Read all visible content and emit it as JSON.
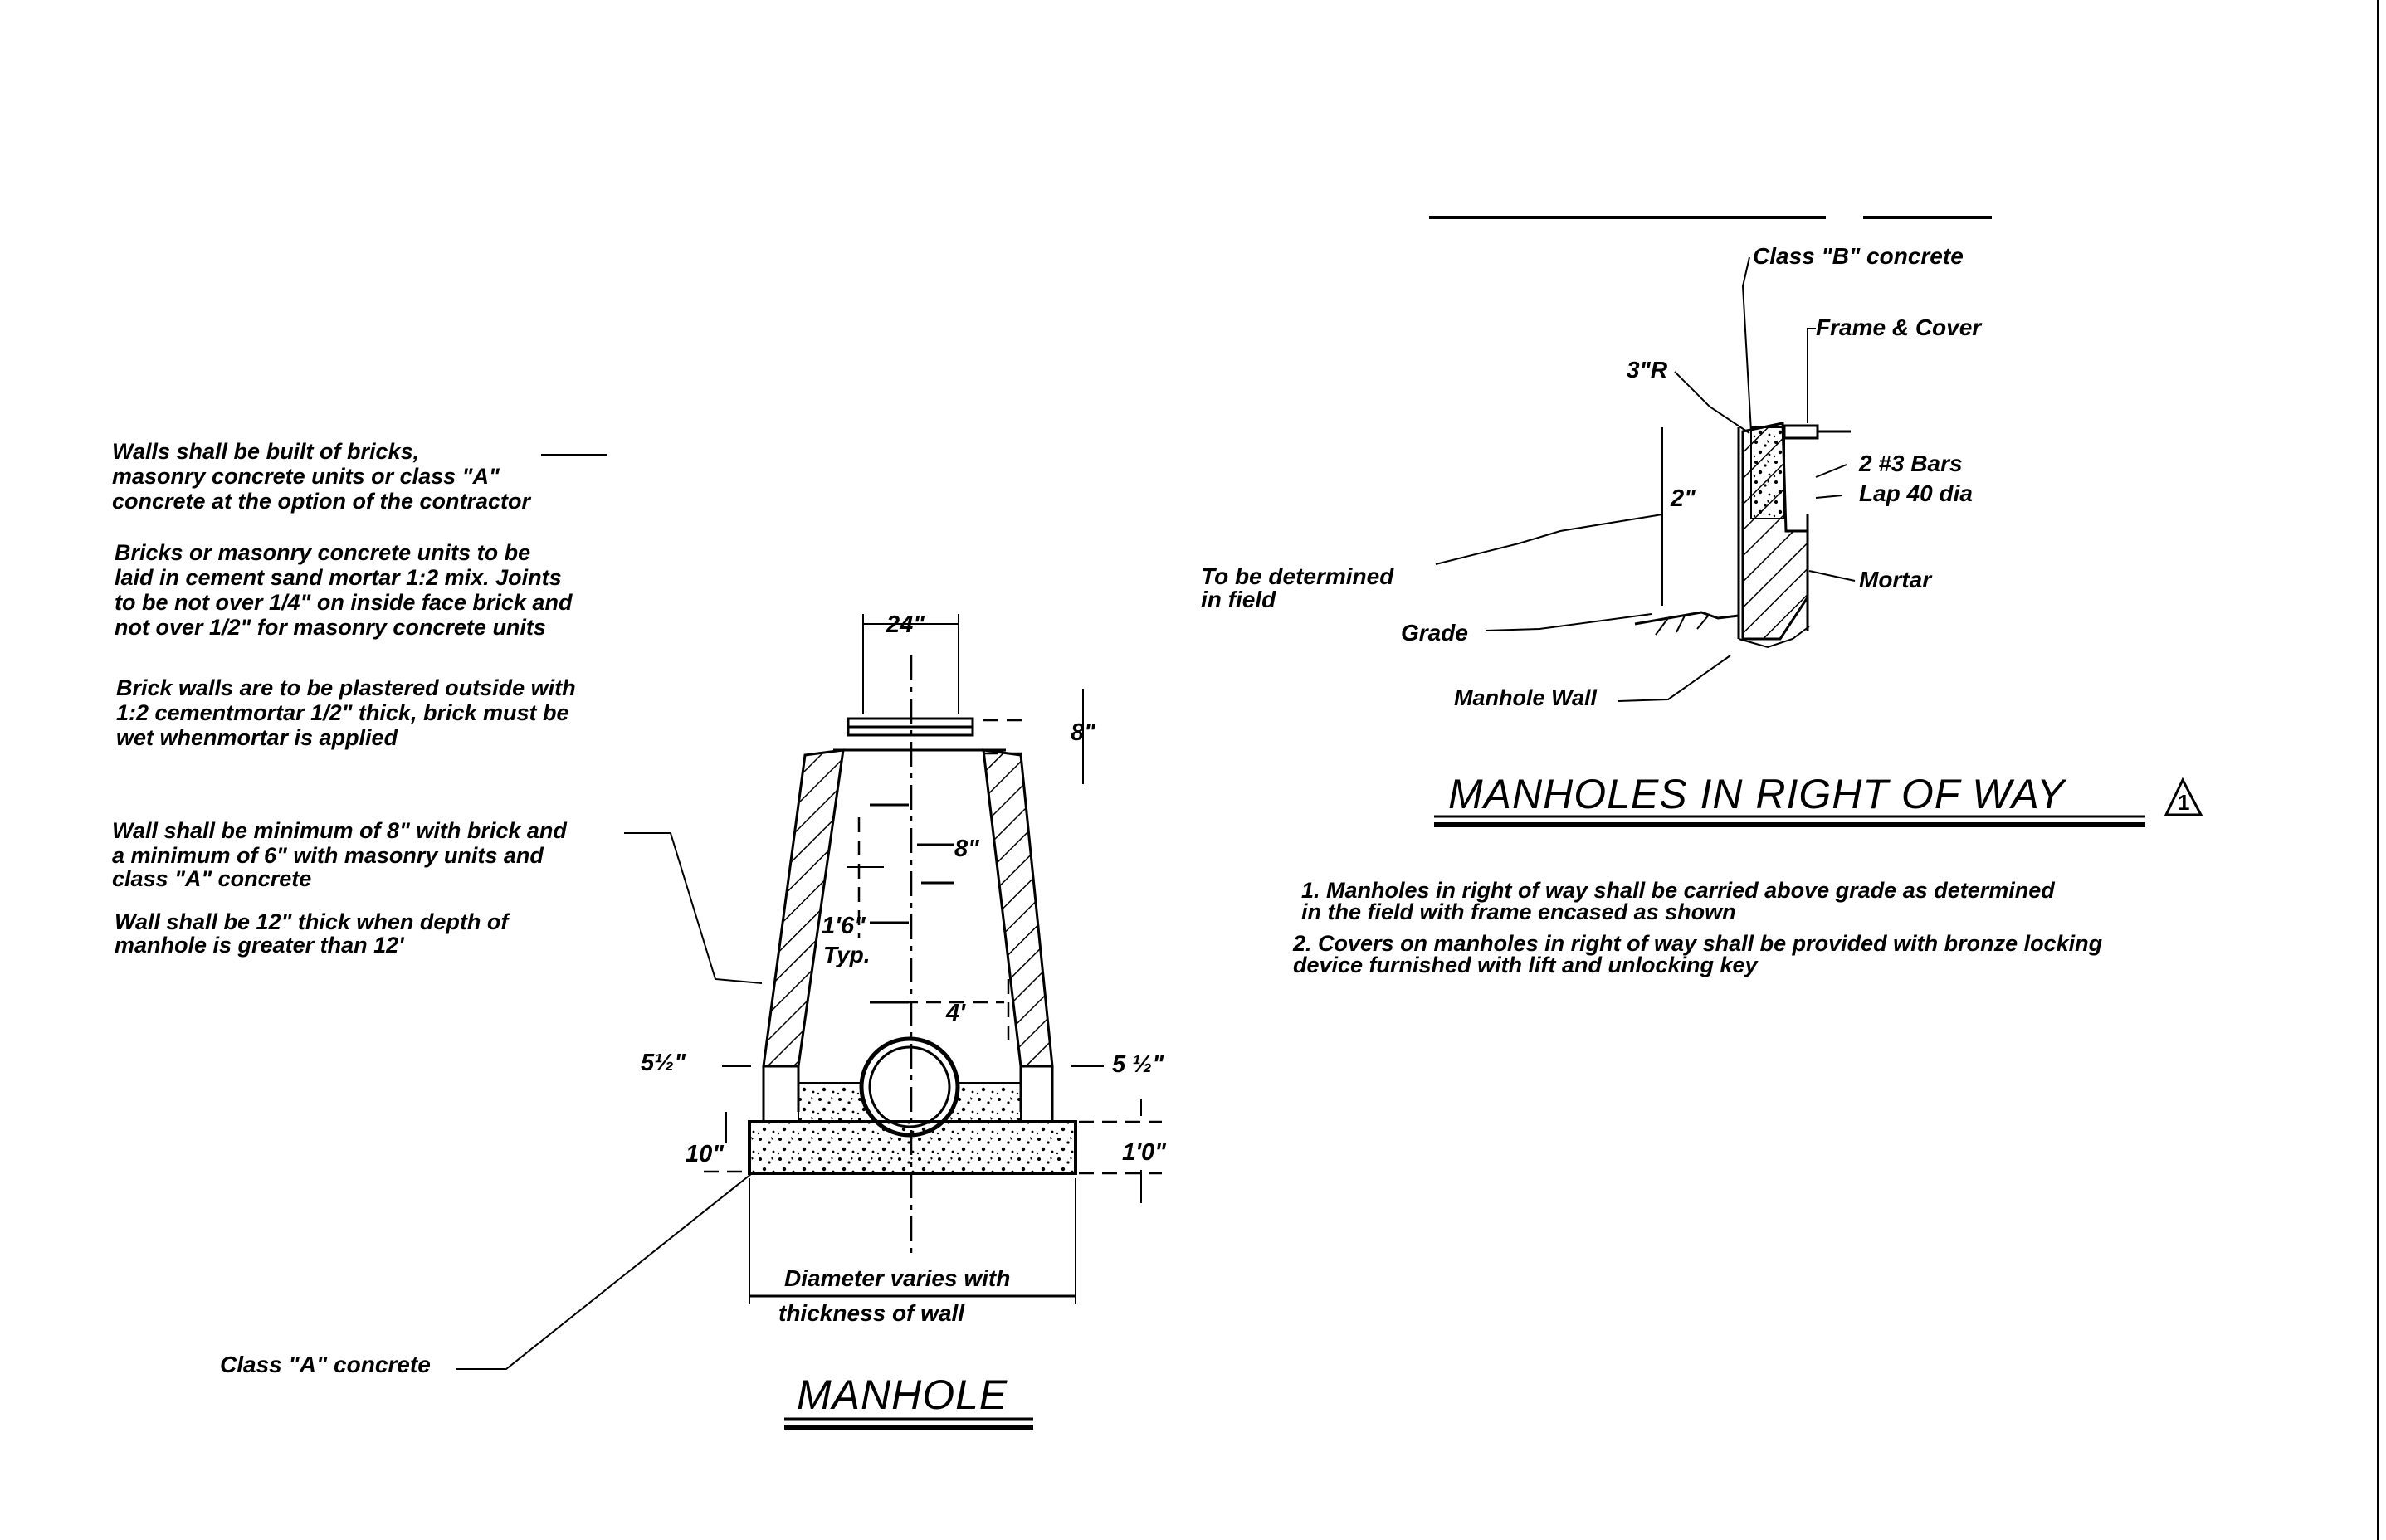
{
  "notes_left": {
    "lines": [
      "Walls shall be built of bricks,",
      "masonry concrete units or class \"A\"",
      "concrete at the option of the contractor",
      "Bricks or masonry concrete units to be",
      "laid in cement sand mortar 1:2 mix. Joints",
      "to be not over 1/4\" on inside face brick and",
      "not over 1/2\" for masonry concrete units",
      "Brick walls are to be plastered outside with",
      "1:2 cementmortar 1/2\" thick, brick must be",
      "wet whenmortar is applied",
      "Wall shall be minimum of 8\" with brick and",
      "a minimum of 6\" with masonry units and",
      "class \"A\" concrete",
      "Wall shall be 12\" thick when depth of",
      "manhole is greater than 12'"
    ]
  },
  "manhole": {
    "title": "MANHOLE",
    "dims": {
      "top_opening": "24\"",
      "frame_height": "8\"",
      "wall_thickness": "8\"",
      "step_spacing": "1'6\"",
      "step_typ": "Typ.",
      "base_diameter": "4'",
      "left_wall": "5½\"",
      "right_wall": "5 ½\"",
      "base_left": "10\"",
      "base_right": "1'0\""
    },
    "base_note_line1": "Diameter varies with",
    "base_note_line2": "thickness of wall",
    "concrete_label": "Class \"A\" concrete"
  },
  "right_of_way": {
    "title": "MANHOLES IN RIGHT OF WAY",
    "revision_mark": "1",
    "labels": {
      "class_b": "Class \"B\" concrete",
      "frame_cover": "Frame & Cover",
      "radius": "3\"R",
      "bars_line1": "2 #3 Bars",
      "bars_line2": "Lap 40 dia",
      "two_inch": "2\"",
      "mortar": "Mortar",
      "to_be_line1": "To be determined",
      "to_be_line2": "in field",
      "grade": "Grade",
      "manhole_wall": "Manhole Wall"
    },
    "notes": [
      "1. Manholes in right of way shall be carried above grade as determined",
      "   in the field with frame encased as shown",
      "2. Covers on manholes in right of way shall be provided with bronze locking",
      "   device furnished with lift and unlocking key"
    ]
  }
}
